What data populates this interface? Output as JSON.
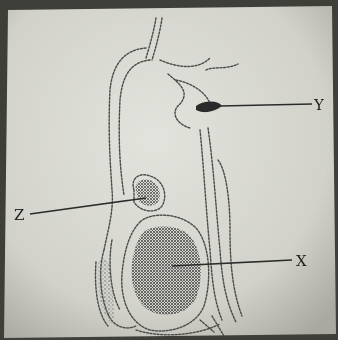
{
  "diagram": {
    "labels": {
      "y": "Y",
      "z": "Z",
      "x": "X"
    }
  }
}
